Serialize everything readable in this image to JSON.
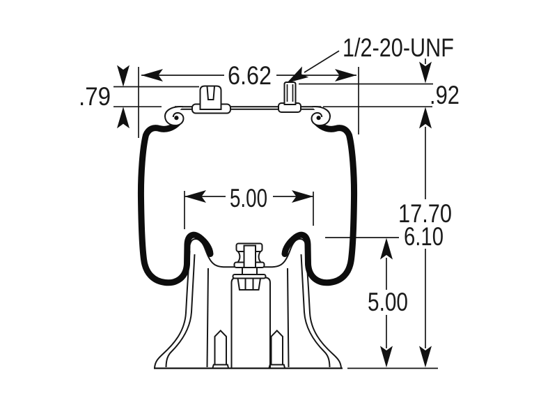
{
  "diagram": {
    "colors": {
      "line": "#161616",
      "bellows": "#0d0d0d",
      "background": "#ffffff",
      "text": "#1a1a1a"
    },
    "labels": {
      "thread_callout": "1/2-20-UNF",
      "plate_width": "6.62",
      "port_height": ".79",
      "stud_height": ".92",
      "overall_height": "17.70",
      "height_secondary": "6.10",
      "piston_height": "5.00",
      "piston_top_width": "5.00"
    }
  }
}
